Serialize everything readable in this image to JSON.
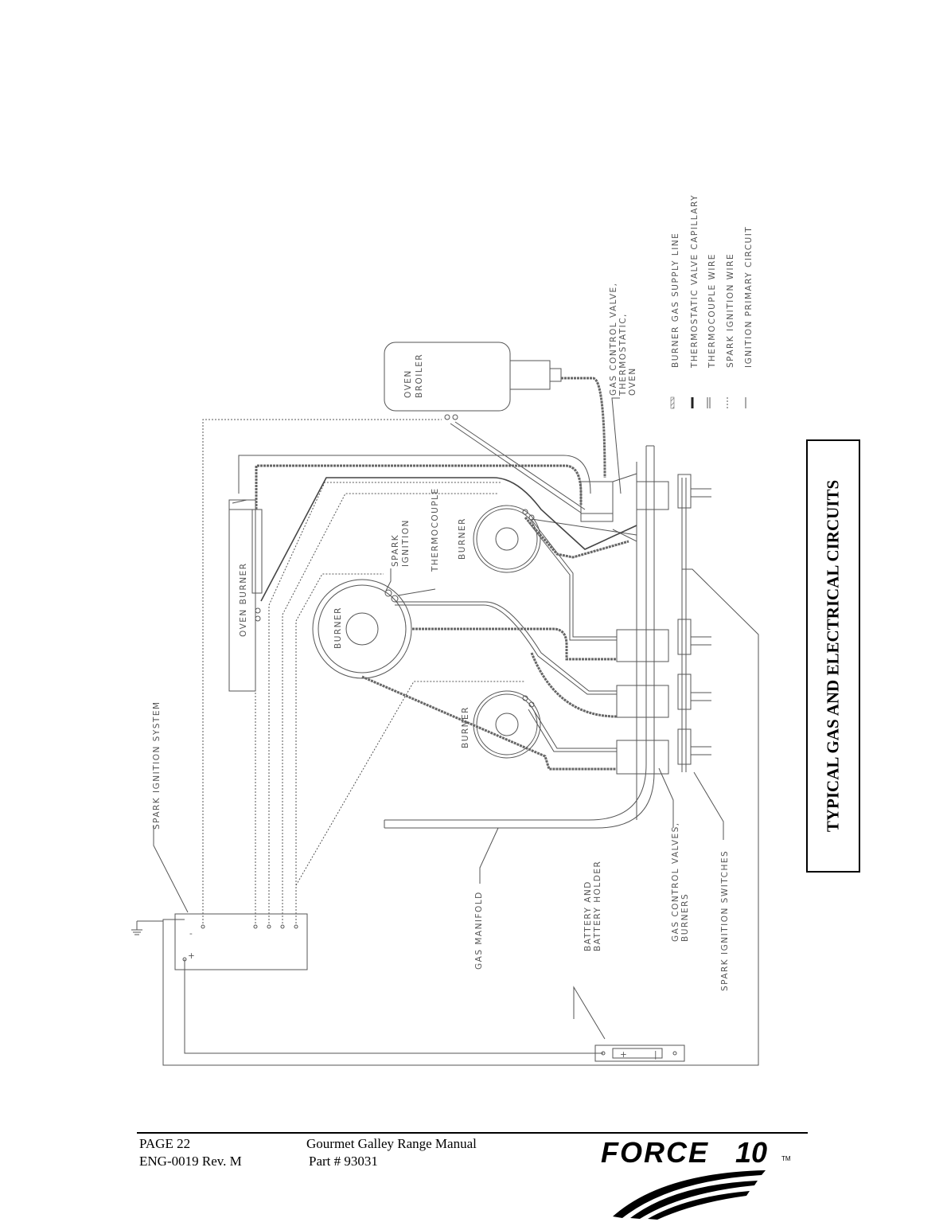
{
  "title": "TYPICAL GAS AND ELECTRICAL CIRCUITS",
  "labels": {
    "spark_ignition_system": "SPARK IGNITION SYSTEM",
    "oven_burner": "OVEN BURNER",
    "oven_broiler": [
      "OVEN",
      "BROILER"
    ],
    "gas_control_valve_oven": [
      "GAS CONTROL VALVE,",
      "THERMOSTATIC,",
      "OVEN"
    ],
    "spark_ignition": [
      "SPARK",
      "IGNITION"
    ],
    "thermocouple": "THERMOCOUPLE",
    "burner": "BURNER",
    "gas_manifold": "GAS MANIFOLD",
    "battery_holder": [
      "BATTERY AND",
      "BATTERY HOLDER"
    ],
    "gas_control_valves_burners": [
      "GAS CONTROL VALVES,",
      "BURNERS"
    ],
    "spark_ignition_switches": "SPARK IGNITION SWITCHES",
    "minus": "-",
    "plus": "+",
    "battery_minus": "|"
  },
  "legend": [
    {
      "label": "BURNER GAS SUPPLY LINE",
      "style": "hatched"
    },
    {
      "label": "THERMOSTATIC VALVE CAPILLARY",
      "style": "thick"
    },
    {
      "label": "THERMOCOUPLE WIRE",
      "style": "double"
    },
    {
      "label": "SPARK IGNITION WIRE",
      "style": "dotted"
    },
    {
      "label": "IGNITION PRIMARY CIRCUIT",
      "style": "thin"
    }
  ],
  "footer": {
    "page": "PAGE 22",
    "doc_number": "ENG-0019 Rev. M",
    "manual_title": "Gourmet Galley Range Manual",
    "part": "Part # 93031"
  },
  "logo": {
    "text": "FORCE",
    "number": "10",
    "tm": "TM"
  },
  "colors": {
    "line": "#555555",
    "dark": "#000000"
  }
}
